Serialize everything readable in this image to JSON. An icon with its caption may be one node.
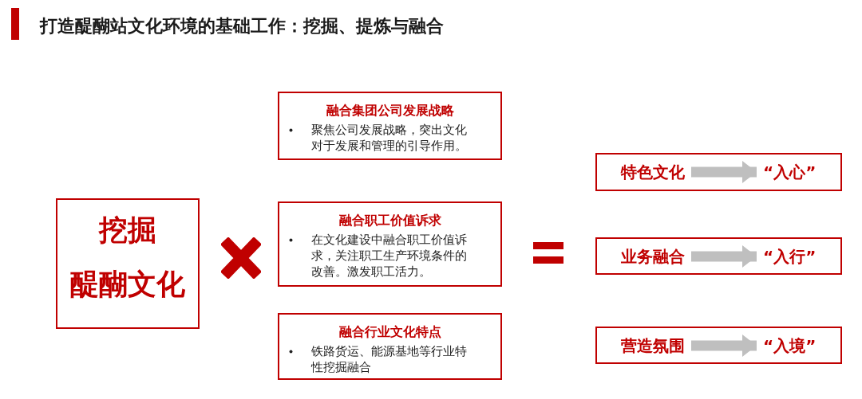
{
  "diagram": {
    "title": "打造醍醐站文化环境的基础工作：挖掘、提炼与融合",
    "nodes": [
      {
        "text": [
          "挖掘",
          "醍醐文化"
        ]
      },
      {
        "text": [
          "融合集团公司发展战略",
          "聚焦公司发展战略，突出文化对于发展和管理的引导作用。"
        ]
      },
      {
        "text": [
          "融合职工价值诉求",
          "在文化建设中融合职工价值诉求，关注职工生产环境条件的改善。激发职工活力。"
        ]
      },
      {
        "text": [
          "融合行业文化特点",
          "铁路货运、能源基地等行业特性挖掘融合"
        ]
      },
      {
        "text": [],
        "shape": "box"
      },
      {
        "text": [
          "特色文化"
        ],
        "in": 4
      },
      {
        "text": [
          "“入心”"
        ],
        "in": 4
      },
      {
        "text": [],
        "shape": "box"
      },
      {
        "text": [
          "业务融合"
        ],
        "in": 7
      },
      {
        "text": [
          "“入行”"
        ],
        "in": 7
      },
      {
        "text": [],
        "shape": "box"
      },
      {
        "text": [
          "营造氛围"
        ],
        "in": 10
      },
      {
        "text": [
          "“入境”"
        ],
        "in": 10
      }
    ],
    "edges": [
      {
        "from": 5,
        "to": 6,
        "arrow": "to"
      },
      {
        "from": 8,
        "to": 9,
        "arrow": "to"
      },
      {
        "from": 11,
        "to": 12,
        "arrow": "to"
      }
    ]
  }
}
